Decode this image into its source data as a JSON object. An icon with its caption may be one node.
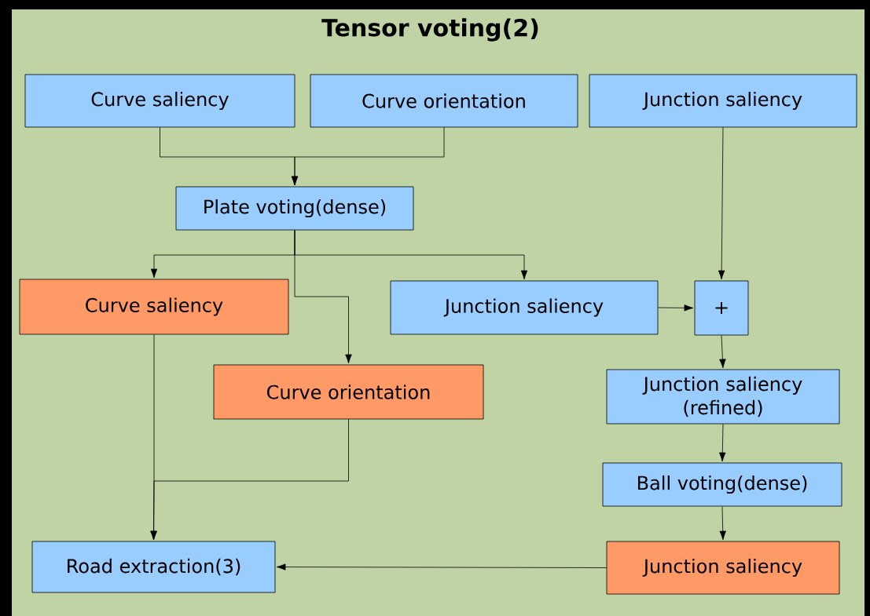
{
  "diagram": {
    "title": "Tensor voting(2)",
    "nodes": [
      {
        "text": [
          "Curve saliency"
        ]
      },
      {
        "text": [
          "Curve orientation"
        ]
      },
      {
        "text": [
          "Junction saliency"
        ]
      },
      {
        "text": [
          "Plate voting(dense)"
        ]
      },
      {
        "text": [
          "Curve saliency"
        ]
      },
      {
        "text": [
          "Junction saliency"
        ]
      },
      {
        "text": [
          "+"
        ]
      },
      {
        "text": [
          "Curve orientation"
        ]
      },
      {
        "text": [
          "Junction saliency (refined)"
        ]
      },
      {
        "text": [
          "Ball voting(dense)"
        ]
      },
      {
        "text": [
          "Road extraction(3)"
        ]
      },
      {
        "text": [
          "Junction saliency"
        ]
      }
    ],
    "edges": [
      {
        "from": 0,
        "to": 3,
        "arrow": "to"
      },
      {
        "from": 1,
        "to": 3,
        "arrow": "to"
      },
      {
        "from": 2,
        "to": 6,
        "arrow": "to"
      },
      {
        "from": 3,
        "to": 4,
        "arrow": "to"
      },
      {
        "from": 3,
        "to": 5,
        "arrow": "to"
      },
      {
        "from": 3,
        "to": 7,
        "arrow": "to"
      },
      {
        "from": 5,
        "to": 6,
        "arrow": "to"
      },
      {
        "from": 6,
        "to": 8,
        "arrow": "to"
      },
      {
        "from": 8,
        "to": 9,
        "arrow": "to"
      },
      {
        "from": 9,
        "to": 11,
        "arrow": "to"
      },
      {
        "from": 11,
        "to": 10,
        "arrow": "to"
      },
      {
        "from": 4,
        "to": 10,
        "arrow": "to"
      },
      {
        "from": 7,
        "to": 10,
        "arrow": "to"
      }
    ]
  }
}
